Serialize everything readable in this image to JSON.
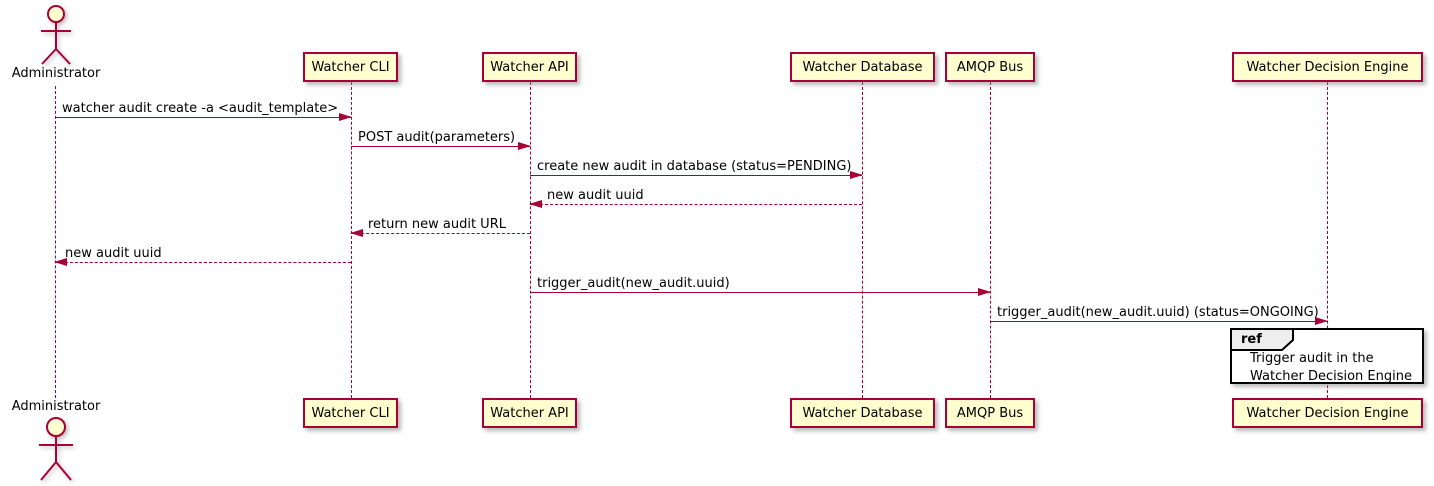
{
  "diagram": {
    "type": "sequence",
    "participants": [
      {
        "name": "Administrator",
        "kind": "actor"
      },
      {
        "name": "Watcher CLI",
        "kind": "participant"
      },
      {
        "name": "Watcher API",
        "kind": "participant"
      },
      {
        "name": "Watcher Database",
        "kind": "participant"
      },
      {
        "name": "AMQP Bus",
        "kind": "participant"
      },
      {
        "name": "Watcher Decision Engine",
        "kind": "participant"
      }
    ],
    "messages": [
      {
        "from": "Administrator",
        "to": "Watcher CLI",
        "label": "watcher audit create -a <audit_template>",
        "arrow": "solid"
      },
      {
        "from": "Watcher CLI",
        "to": "Watcher API",
        "label": "POST audit(parameters)",
        "arrow": "solid"
      },
      {
        "from": "Watcher API",
        "to": "Watcher Database",
        "label": "create new audit in database (status=PENDING)",
        "arrow": "solid"
      },
      {
        "from": "Watcher Database",
        "to": "Watcher API",
        "label": "new audit uuid",
        "arrow": "dashed"
      },
      {
        "from": "Watcher API",
        "to": "Watcher CLI",
        "label": "return new audit URL",
        "arrow": "dashed"
      },
      {
        "from": "Watcher CLI",
        "to": "Administrator",
        "label": "new audit uuid",
        "arrow": "dashed"
      },
      {
        "from": "Watcher API",
        "to": "AMQP Bus",
        "label": "trigger_audit(new_audit.uuid)",
        "arrow": "solid"
      },
      {
        "from": "AMQP Bus",
        "to": "Watcher Decision Engine",
        "label": "trigger_audit(new_audit.uuid) (status=ONGOING)",
        "arrow": "solid"
      }
    ],
    "ref": {
      "keyword": "ref",
      "lines": [
        "Trigger audit in the",
        "Watcher Decision Engine"
      ]
    },
    "colors": {
      "participant_fill": "#FEFECE",
      "participant_border": "#A80036",
      "line": "#A80036",
      "text": "#000000",
      "ref_border": "#000000",
      "ref_header_fill": "#EEEEEE"
    }
  }
}
